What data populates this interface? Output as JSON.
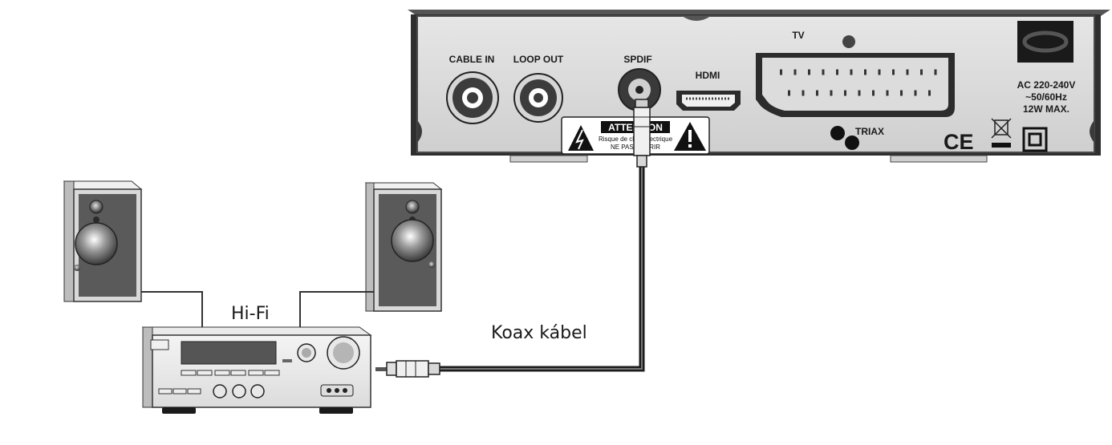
{
  "receiver": {
    "ports": {
      "cable_in": "CABLE IN",
      "loop_out": "LOOP OUT",
      "spdif": "SPDIF",
      "hdmi": "HDMI",
      "tv": "TV"
    },
    "attention": {
      "title": "ATTENTION",
      "line1": "Risque de choc électrique",
      "line2": "NE PAS OUVRIR"
    },
    "brand": "TRIAX",
    "power": {
      "line1": "AC 220-240V",
      "line2": "~50/60Hz",
      "line3": "12W MAX."
    },
    "ce_mark": "CE"
  },
  "hifi_label": "Hi-Fi",
  "cable_label": "Koax kábel"
}
